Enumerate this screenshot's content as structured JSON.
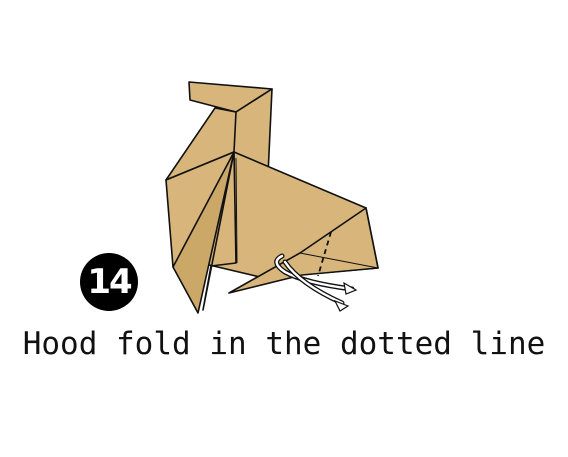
{
  "step": {
    "number": "14"
  },
  "instruction": {
    "text": "Hood fold in the dotted line"
  },
  "colors": {
    "paper": "#d7b57b",
    "paper_shade": "#cba868",
    "outline": "#111111",
    "badge_bg": "#000000",
    "badge_text": "#ffffff",
    "arrow_fill": "#ffffff"
  },
  "icons": {
    "figure": "origami-deer-icon",
    "fold_line": "dotted-fold-line",
    "fold_arrow": "hood-fold-arrow-icon"
  }
}
